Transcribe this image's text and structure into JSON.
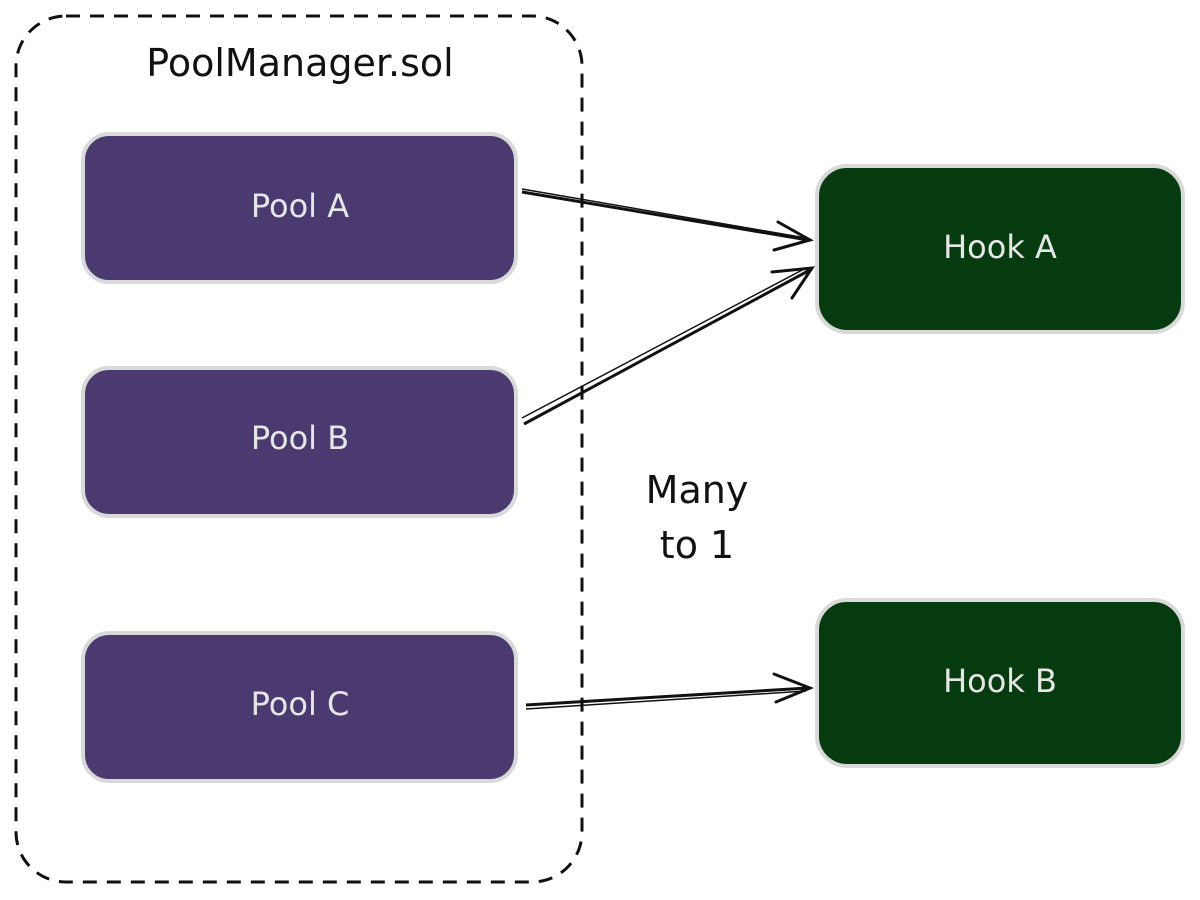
{
  "container": {
    "title": "PoolManager.sol"
  },
  "pools": [
    {
      "id": "pool-a",
      "label": "Pool A"
    },
    {
      "id": "pool-b",
      "label": "Pool B"
    },
    {
      "id": "pool-c",
      "label": "Pool C"
    }
  ],
  "hooks": [
    {
      "id": "hook-a",
      "label": "Hook A"
    },
    {
      "id": "hook-b",
      "label": "Hook B"
    }
  ],
  "edges": [
    {
      "from": "pool-a",
      "to": "hook-a"
    },
    {
      "from": "pool-b",
      "to": "hook-a"
    },
    {
      "from": "pool-c",
      "to": "hook-b"
    }
  ],
  "annotation": {
    "line1": "Many",
    "line2": "to 1"
  },
  "colors": {
    "pool_fill": "#4a3a6f",
    "hook_fill": "#053b0f",
    "node_stroke": "#d9d9d9",
    "edge": "#111111",
    "node_text": "#e6e6e6"
  }
}
